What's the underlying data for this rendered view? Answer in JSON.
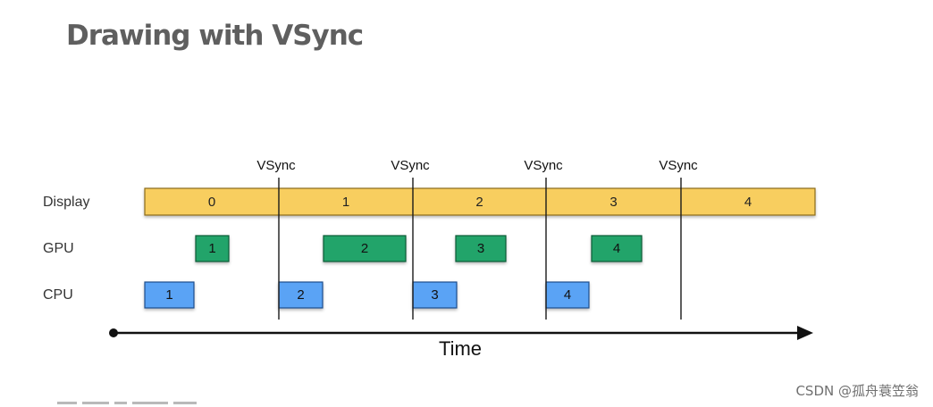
{
  "title": "Drawing with VSync",
  "rows": {
    "display": "Display",
    "gpu": "GPU",
    "cpu": "CPU"
  },
  "vsync_label": "VSync",
  "vsync_count": 4,
  "time_label": "Time",
  "display_frames": [
    "0",
    "1",
    "2",
    "3",
    "4"
  ],
  "gpu_frames": [
    "1",
    "2",
    "3",
    "4"
  ],
  "cpu_frames": [
    "1",
    "2",
    "3",
    "4"
  ],
  "colors": {
    "display": "#f8ce5e",
    "gpu": "#22a46a",
    "cpu": "#5aa3f5",
    "line": "#1a1a1a",
    "title": "#5f5f5f"
  },
  "watermark": "CSDN @孤舟蓑笠翁"
}
